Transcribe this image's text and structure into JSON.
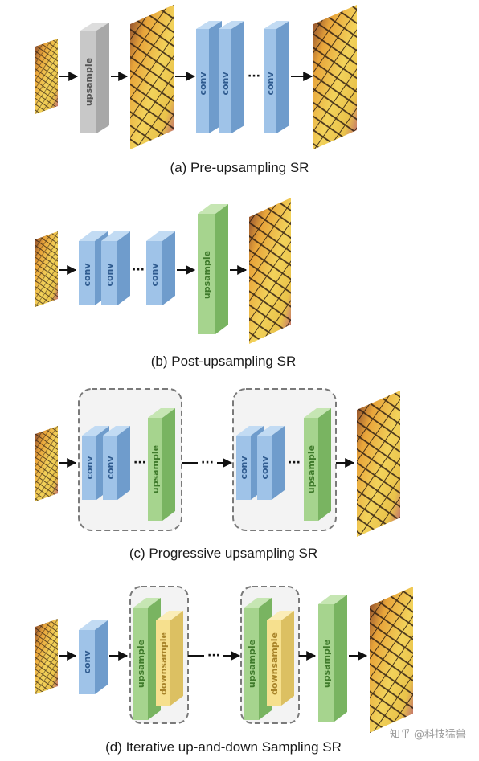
{
  "captions": {
    "a": "(a) Pre-upsampling SR",
    "b": "(b) Post-upsampling SR",
    "c": "(c) Progressive upsampling SR",
    "d": "(d) Iterative up-and-down Sampling SR"
  },
  "labels": {
    "conv": "conv",
    "upsample": "upsample",
    "downsample": "downsample",
    "ellipsis": "···"
  },
  "watermark": "知乎 @科技猛兽",
  "colors": {
    "gray_face": "#c8c8c8",
    "gray_side": "#a8a8a8",
    "gray_top": "#dddddd",
    "blue_face": "#9fc3e8",
    "blue_side": "#6f9ccc",
    "blue_top": "#c2dbf3",
    "green_face": "#a6d48e",
    "green_side": "#79b461",
    "green_top": "#c6e6b3",
    "yellow_face": "#f6e08e",
    "yellow_side": "#dcc062",
    "yellow_top": "#fbedb8",
    "group_fill": "#f3f3f3",
    "group_stroke": "#7a7a7a"
  }
}
